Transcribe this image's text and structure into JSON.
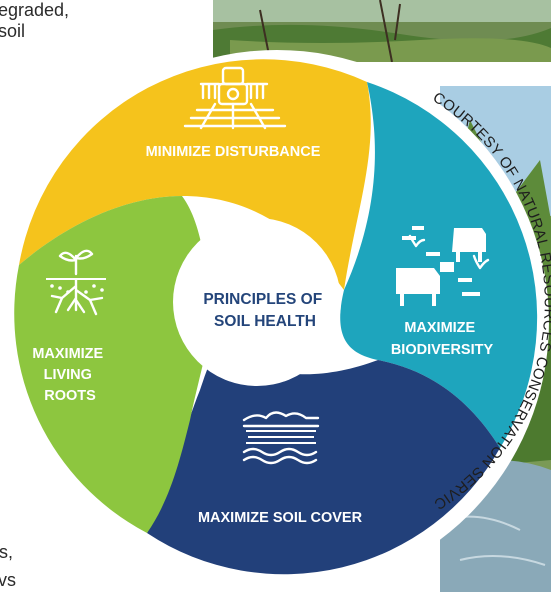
{
  "page_fragments": {
    "top_line_1": "egraded,",
    "top_line_2": "soil",
    "bottom_line_1": "s,",
    "bottom_line_2": "vs"
  },
  "diagram": {
    "center": [
      "PRINCIPLES OF",
      "SOIL HEALTH"
    ],
    "segments": {
      "disturbance": {
        "lines": [
          "MINIMIZE DISTURBANCE"
        ],
        "color": "#f5c31c",
        "icon": "tractor-icon"
      },
      "biodiversity": {
        "lines": [
          "MAXIMIZE",
          "BIODIVERSITY"
        ],
        "color": "#1ea5bd",
        "icon": "livestock-icon"
      },
      "soil_cover": {
        "lines": [
          "MAXIMIZE SOIL COVER"
        ],
        "color": "#22407a",
        "icon": "soil-layers-icon"
      },
      "living_roots": {
        "lines": [
          "MAXIMIZE",
          "LIVING",
          "ROOTS"
        ],
        "color": "#8dc63f",
        "icon": "roots-icon"
      }
    },
    "credit": "COURTESY OF NATURAL RESOURCES CONSERVATION SERVICE"
  },
  "colors": {
    "photo_green": "#5f8f3c",
    "photo_sky": "#9ec4dd",
    "center_text": "#24457a"
  }
}
